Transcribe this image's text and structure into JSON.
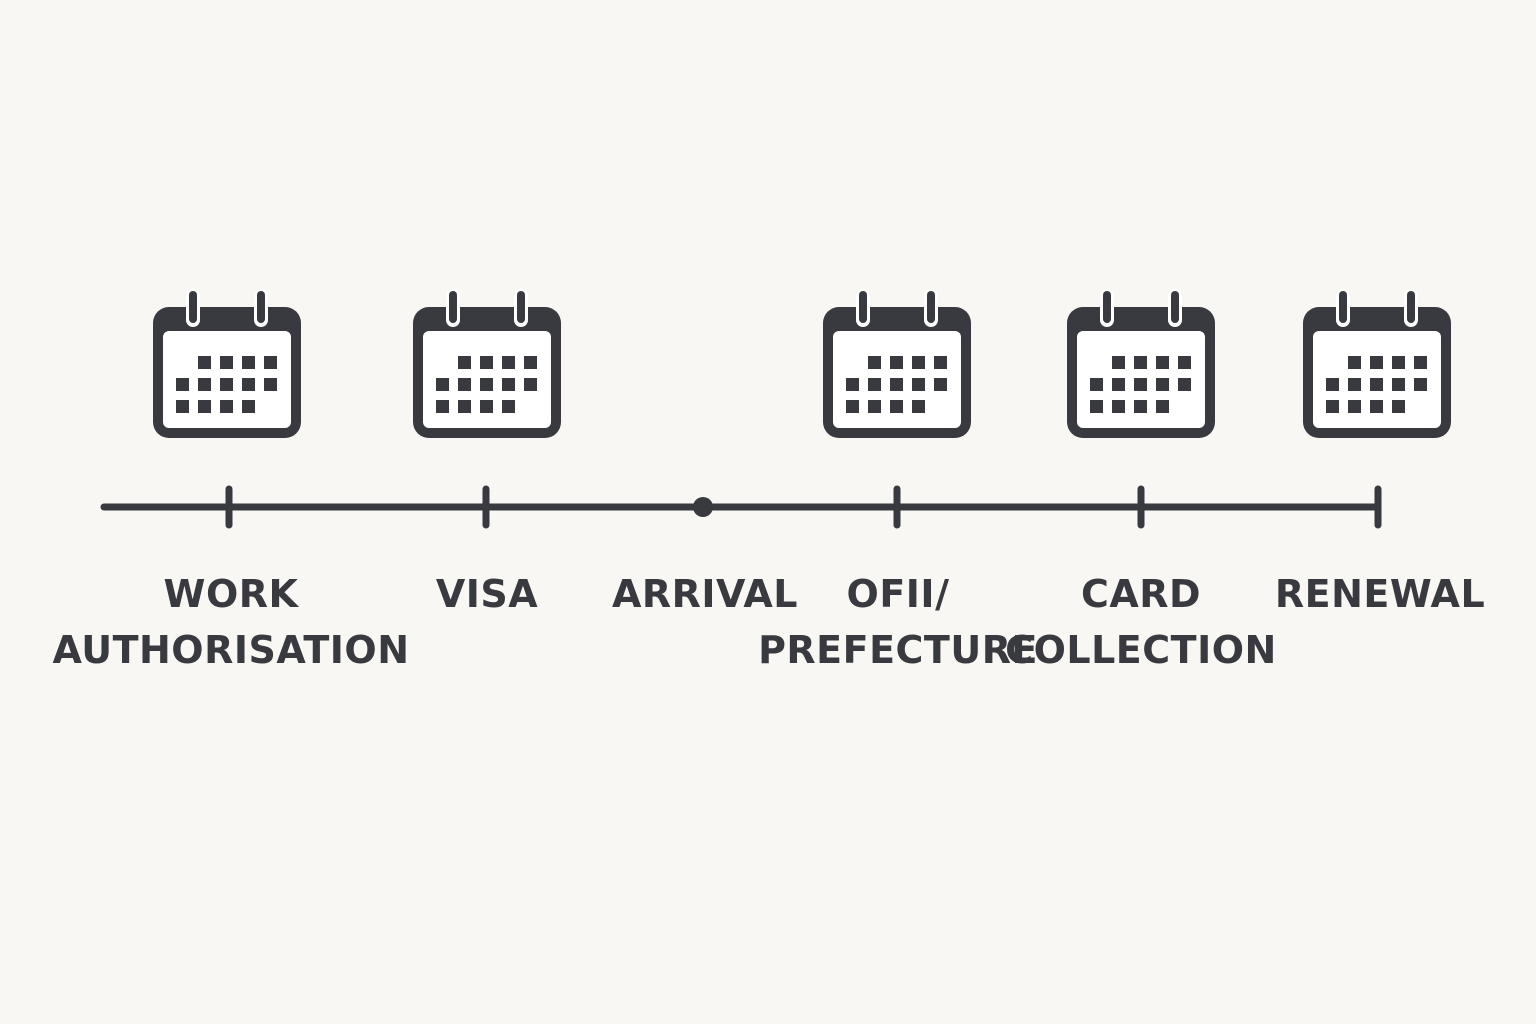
{
  "colors": {
    "background": "#f9f7f3",
    "ink": "#383a40",
    "icon_inner": "#ffffff"
  },
  "milestones": [
    {
      "id": "work-authorisation",
      "lines": [
        "WORK",
        "AUTHORISATION"
      ],
      "marker": "tick",
      "icon": "calendar-icon"
    },
    {
      "id": "visa",
      "lines": [
        "VISA"
      ],
      "marker": "tick",
      "icon": "calendar-icon"
    },
    {
      "id": "arrival",
      "lines": [
        "ARRIVAL"
      ],
      "marker": "dot",
      "icon": ""
    },
    {
      "id": "ofii-prefecture",
      "lines": [
        "OFII/",
        "PREFECTURE"
      ],
      "marker": "tick",
      "icon": "calendar-icon"
    },
    {
      "id": "card-collection",
      "lines": [
        "CARD",
        "COLLECTION"
      ],
      "marker": "tick",
      "icon": "calendar-icon"
    },
    {
      "id": "renewal",
      "lines": [
        "RENEWAL"
      ],
      "marker": "tick",
      "icon": "calendar-icon"
    }
  ]
}
